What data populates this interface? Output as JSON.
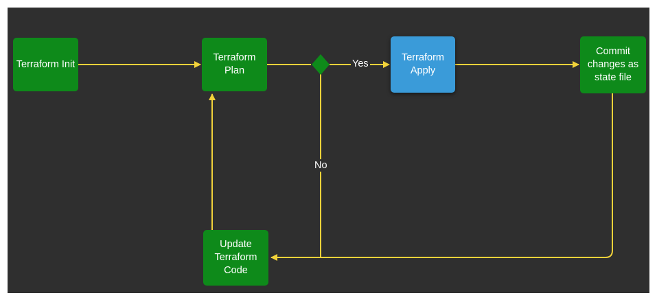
{
  "colors": {
    "background": "#2f2f2f",
    "process": "#0e8a1a",
    "apply": "#3a9bd9",
    "decision": "#0e8a1a",
    "edge": "#f2d23a"
  },
  "nodes": {
    "init": "Terraform Init",
    "plan": "Terraform Plan",
    "apply": "Terraform\nApply",
    "commit": "Commit\nchanges as\nstate file",
    "update": "Update\nTerraform\nCode"
  },
  "edge_labels": {
    "yes": "Yes",
    "no": "No"
  }
}
